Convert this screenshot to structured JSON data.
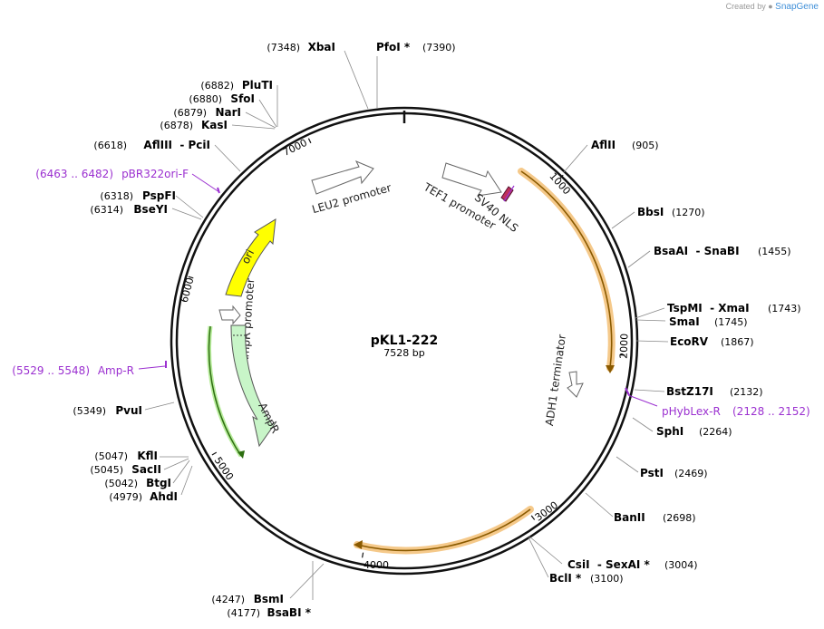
{
  "credit": {
    "prefix": "Created by",
    "brand": "SnapGene"
  },
  "plasmid": {
    "name": "pKL1-222",
    "size_label": "7528 bp",
    "length": 7528
  },
  "colors": {
    "primer": "#9b30d0",
    "orange_feature": "#f0b860",
    "ori": "#ffff00",
    "ampr": "#c8f5c8",
    "ampr_edge": "#3a8a1a"
  },
  "ticks": [
    "1000",
    "2000",
    "3000",
    "4000",
    "5000",
    "6000",
    "7000"
  ],
  "features": [
    {
      "id": "leu2-promoter",
      "label": "LEU2 promoter",
      "icon": "arrow-outline"
    },
    {
      "id": "tef1-promoter",
      "label": "TEF1 promoter",
      "icon": "arrow-outline"
    },
    {
      "id": "sv40-nls",
      "label": "SV40 NLS",
      "icon": "small-block"
    },
    {
      "id": "adh1-terminator",
      "label": "ADH1 terminator",
      "icon": "arrow-outline"
    },
    {
      "id": "ori",
      "label": "ori",
      "icon": "yellow-arrow"
    },
    {
      "id": "ampr-promoter",
      "label": "AmpR promoter",
      "icon": "arrow-outline"
    },
    {
      "id": "ampr",
      "label": "AmpR",
      "icon": "green-arrow"
    }
  ],
  "sites": [
    {
      "id": "xbai",
      "name": "XbaI",
      "pos": "(7348)"
    },
    {
      "id": "pfoi",
      "name": "PfoI *",
      "pos": "(7390)"
    },
    {
      "id": "pluti",
      "name": "PluTI",
      "pos": "(6882)"
    },
    {
      "id": "sfoi",
      "name": "SfoI",
      "pos": "(6880)"
    },
    {
      "id": "nari",
      "name": "NarI",
      "pos": "(6879)"
    },
    {
      "id": "kasi",
      "name": "KasI",
      "pos": "(6878)"
    },
    {
      "id": "afliii-pcii",
      "name": "AflIII  - PciI",
      "pos": "(6618)"
    },
    {
      "id": "pspfi",
      "name": "PspFI",
      "pos": "(6318)"
    },
    {
      "id": "bseyi",
      "name": "BseYI",
      "pos": "(6314)"
    },
    {
      "id": "pvui",
      "name": "PvuI",
      "pos": "(5349)"
    },
    {
      "id": "kfli",
      "name": "KflI",
      "pos": "(5047)"
    },
    {
      "id": "sacii",
      "name": "SacII",
      "pos": "(5045)"
    },
    {
      "id": "btgi",
      "name": "BtgI",
      "pos": "(5042)"
    },
    {
      "id": "ahdi",
      "name": "AhdI",
      "pos": "(4979)"
    },
    {
      "id": "bsmi",
      "name": "BsmI",
      "pos": "(4247)"
    },
    {
      "id": "bsabi",
      "name": "BsaBI *",
      "pos": "(4177)"
    },
    {
      "id": "aflii",
      "name": "AflII",
      "pos": "(905)"
    },
    {
      "id": "bbsi",
      "name": "BbsI",
      "pos": "(1270)"
    },
    {
      "id": "bsaai-snabi",
      "name": "BsaAI  - SnaBI",
      "pos": "(1455)"
    },
    {
      "id": "tspmi-xmai",
      "name": "TspMI  - XmaI",
      "pos": "(1743)"
    },
    {
      "id": "smai",
      "name": "SmaI",
      "pos": "(1745)"
    },
    {
      "id": "ecorv",
      "name": "EcoRV",
      "pos": "(1867)"
    },
    {
      "id": "bstz17i",
      "name": "BstZ17I",
      "pos": "(2132)"
    },
    {
      "id": "sphi",
      "name": "SphI",
      "pos": "(2264)"
    },
    {
      "id": "psti",
      "name": "PstI",
      "pos": "(2469)"
    },
    {
      "id": "banii",
      "name": "BanII",
      "pos": "(2698)"
    },
    {
      "id": "csii-sexai",
      "name": "CsiI  - SexAI *",
      "pos": "(3004)"
    },
    {
      "id": "bcli",
      "name": "BclI *",
      "pos": "(3100)"
    }
  ],
  "primers": [
    {
      "id": "pbr322ori-f",
      "range": "(6463 .. 6482)",
      "name": "pBR322ori-F"
    },
    {
      "id": "amp-r",
      "range": "(5529 .. 5548)",
      "name": "Amp-R"
    },
    {
      "id": "phyblex-r",
      "name": "pHybLex-R",
      "range": "(2128 .. 2152)"
    }
  ]
}
